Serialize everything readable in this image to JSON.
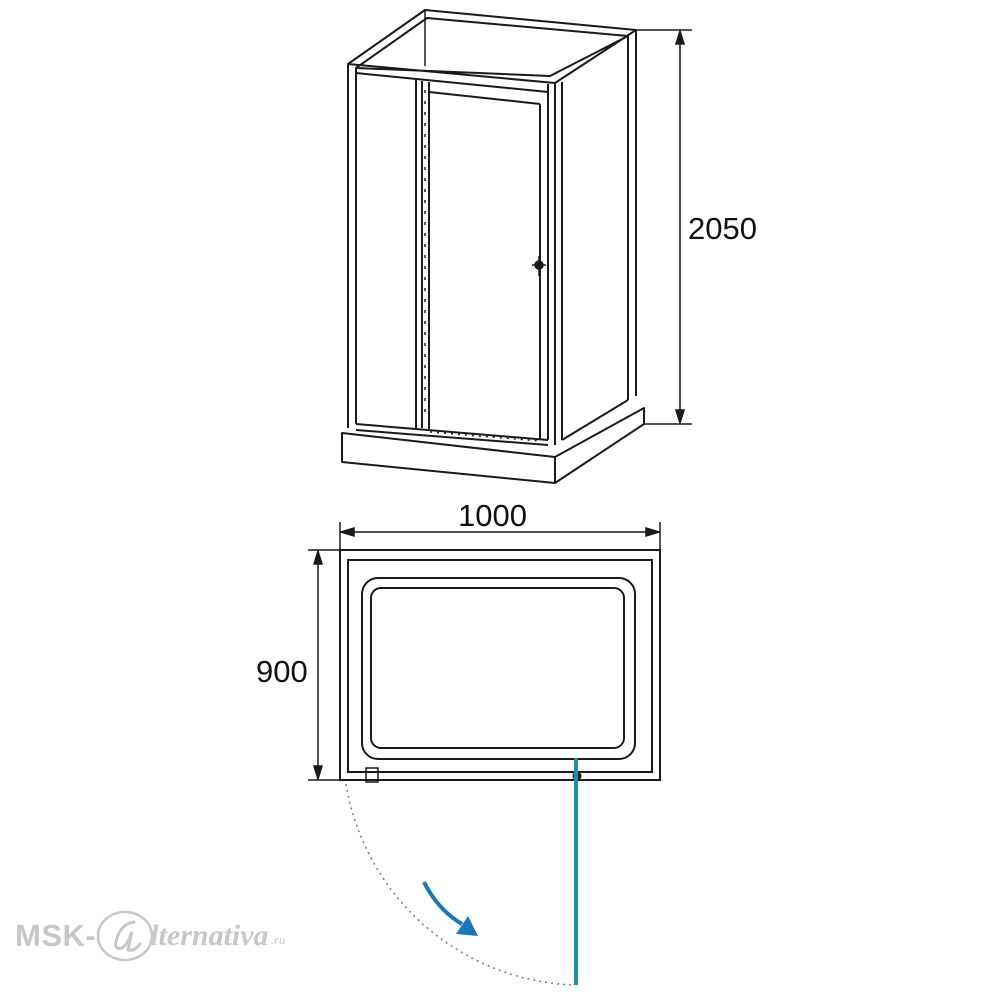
{
  "dimensions": {
    "height": "2050",
    "width": "1000",
    "depth": "900"
  },
  "watermark": {
    "left": "MSK-",
    "right": "lternativa",
    "tld": ".ru"
  },
  "colors": {
    "line": "#1a1a1a",
    "door_leaf": "#1f8fb0",
    "arrow": "#1a77b8",
    "watermark": "#c7c7c7"
  }
}
